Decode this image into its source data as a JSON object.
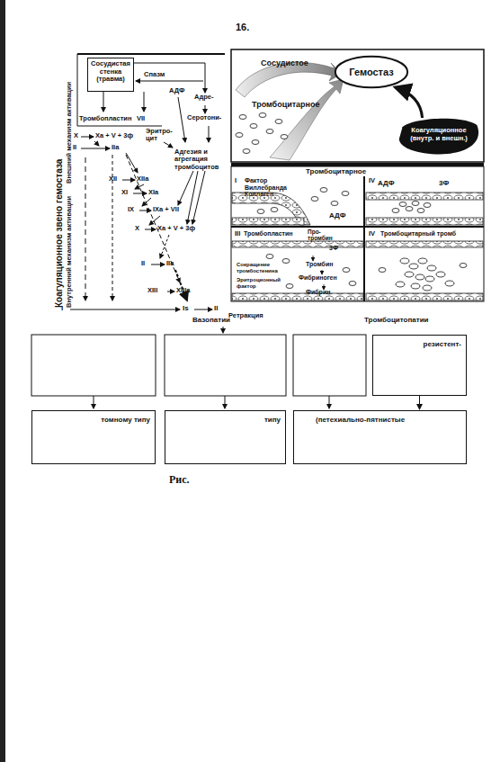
{
  "diagram": {
    "title": "16.",
    "caption": "Рис.",
    "nodes": [
      {
        "text": [
          "Сосудистая стенка (травма)"
        ]
      },
      {
        "text": [
          "Гемостаз"
        ]
      },
      {
        "text": [
          "Коагуляционное (внутр. и внешн.)"
        ]
      },
      {
        "text": [
          "резистент-"
        ]
      },
      {
        "text": [
          "томному типу"
        ]
      },
      {
        "text": [
          "типу"
        ]
      },
      {
        "text": [
          "(петехиально-пятнистые"
        ]
      }
    ],
    "edges": [
      {
        "from": 2,
        "to": 1,
        "arrow": "to"
      },
      {
        "from": 3,
        "to": 6,
        "arrow": "to"
      }
    ],
    "labels": [
      "Коагуляционное звено гемостаза",
      "Внутренний механизм активации",
      "Внешний механизм активации",
      "Спазм",
      "Адре-",
      "АДФ",
      "Серотони-",
      "Тромбопластин",
      "VII",
      "Эритро- цит",
      "Адгезия и агрегация тромбоцитов",
      "X",
      "Xa + V + 3ф",
      "II",
      "IIa",
      "XII",
      "XIIa",
      "XI",
      "XIa",
      "IX",
      "IXa + VII",
      "X",
      "Xa + V + 3ф",
      "II",
      "IIa",
      "XIII",
      "XIIIa",
      "I",
      "Is",
      "II",
      "Ретракция",
      "Сосудистое",
      "Тромбоцитарное",
      "Тромбоцитарное",
      "I",
      "Фактор Виллебранда Коллаген",
      "IV",
      "АДФ",
      "3Ф",
      "АДФ",
      "III",
      "Тромбопластин",
      "Про- тромбин",
      "3Ф",
      "IV",
      "Тромбоцитарный тромб",
      "Тромбин",
      "Фибриноген",
      "Фибрин",
      "Сокращение тромбостенина",
      "Эритроционный фактор",
      "Вазопатии",
      "Тромбоцитопатии"
    ]
  }
}
